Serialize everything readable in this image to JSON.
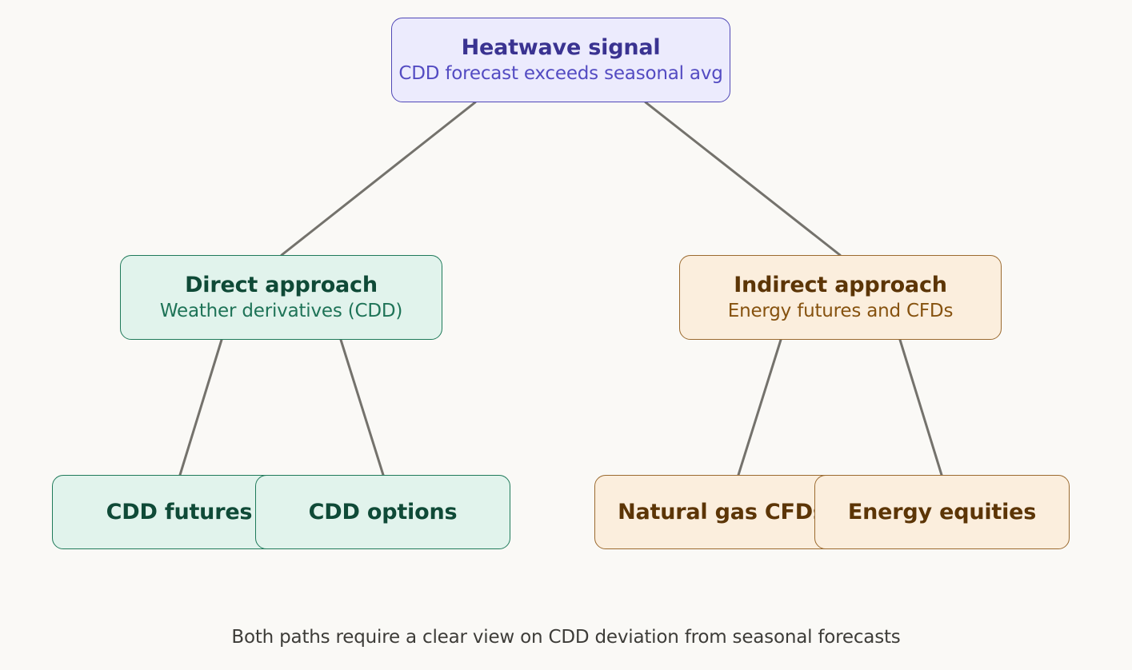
{
  "colors": {
    "background": "#faf9f6",
    "connector": "#74726c",
    "root_fill": "#ecebfd",
    "root_border": "#5048b7",
    "direct_fill": "#e1f3ec",
    "direct_border": "#1f7a5a",
    "indirect_fill": "#fbeedd",
    "indirect_border": "#9b6a2f"
  },
  "root": {
    "title": "Heatwave signal",
    "subtitle": "CDD forecast exceeds seasonal avg"
  },
  "direct": {
    "title": "Direct approach",
    "subtitle": "Weather derivatives (CDD)",
    "children": [
      "CDD futures",
      "CDD options"
    ]
  },
  "indirect": {
    "title": "Indirect approach",
    "subtitle": "Energy futures and CFDs",
    "children": [
      "Natural gas CFDs",
      "Energy equities"
    ]
  },
  "caption": "Both paths require a clear view on CDD deviation from seasonal forecasts"
}
